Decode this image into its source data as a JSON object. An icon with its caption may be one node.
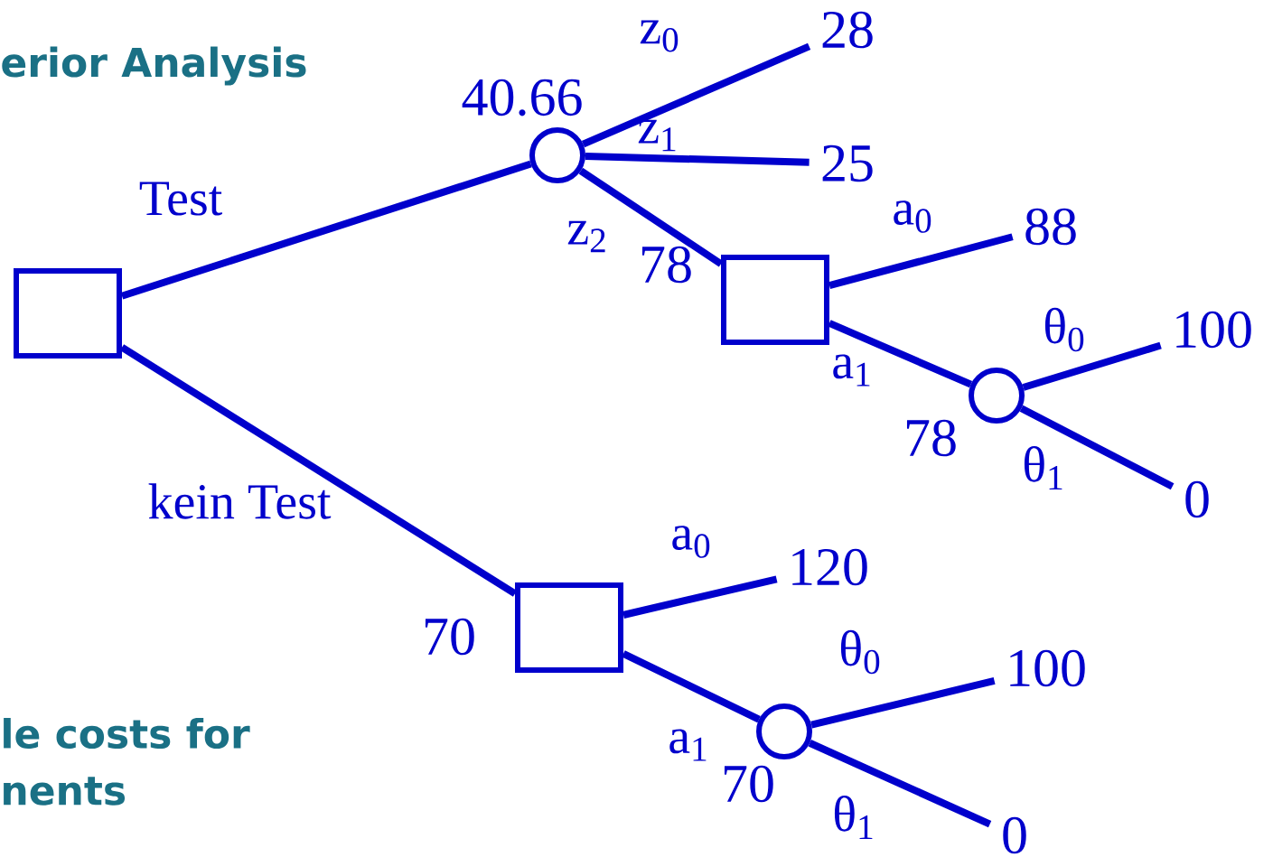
{
  "diagram": {
    "nodes": [
      {
        "text": [],
        "shape": "box"
      },
      {
        "text": [],
        "shape": "circle",
        "beside": [
          "40.66"
        ]
      },
      {
        "text": [
          "28"
        ]
      },
      {
        "text": [
          "25"
        ]
      },
      {
        "text": [],
        "shape": "box",
        "beside": [
          "78"
        ]
      },
      {
        "text": [
          "88"
        ]
      },
      {
        "text": [],
        "shape": "circle",
        "beside": [
          "78"
        ]
      },
      {
        "text": [
          "100"
        ]
      },
      {
        "text": [
          "0"
        ]
      },
      {
        "text": [],
        "shape": "box",
        "beside": [
          "70"
        ]
      },
      {
        "text": [
          "120"
        ]
      },
      {
        "text": [],
        "shape": "circle",
        "beside": [
          "70"
        ]
      },
      {
        "text": [
          "100"
        ]
      },
      {
        "text": [
          "0"
        ]
      }
    ],
    "edges": [
      {
        "from": 0,
        "to": 1,
        "arrow": "none",
        "label": "Test"
      },
      {
        "from": 1,
        "to": 2,
        "arrow": "none",
        "label": "z$_{0}$"
      },
      {
        "from": 1,
        "to": 3,
        "arrow": "none",
        "label": "z$_{1}$"
      },
      {
        "from": 1,
        "to": 4,
        "arrow": "none",
        "label": "z$_{2}$"
      },
      {
        "from": 4,
        "to": 5,
        "arrow": "none",
        "label": "a$_{0}$"
      },
      {
        "from": 4,
        "to": 6,
        "arrow": "none",
        "label": "a$_{1}$"
      },
      {
        "from": 6,
        "to": 7,
        "arrow": "none",
        "label": "θ$_{0}$"
      },
      {
        "from": 6,
        "to": 8,
        "arrow": "none",
        "label": "θ$_{1}$"
      },
      {
        "from": 0,
        "to": 9,
        "arrow": "none",
        "label": "kein Test"
      },
      {
        "from": 9,
        "to": 10,
        "arrow": "none",
        "label": "a$_{0}$"
      },
      {
        "from": 9,
        "to": 11,
        "arrow": "none",
        "label": "a$_{1}$"
      },
      {
        "from": 11,
        "to": 12,
        "arrow": "none",
        "label": "θ$_{0}$"
      },
      {
        "from": 11,
        "to": 13,
        "arrow": "none",
        "label": "θ$_{1}$"
      }
    ],
    "labels": [
      "erior Analysis",
      "le costs for",
      "nents"
    ]
  }
}
